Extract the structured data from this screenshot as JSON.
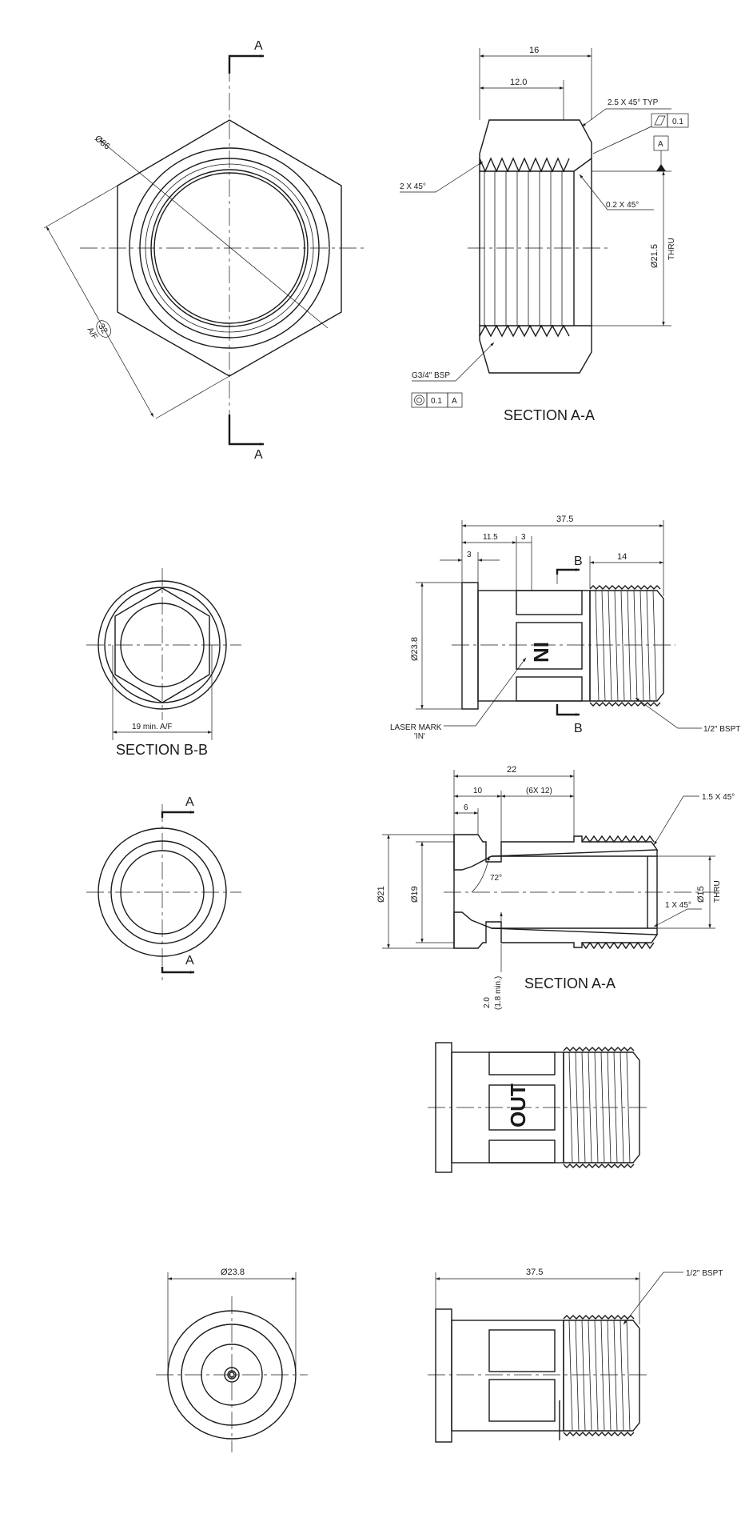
{
  "view1": {
    "section_letter_top": "A",
    "section_letter_bottom": "A",
    "dia_label": "Ø36",
    "af_value": "32",
    "af_suffix": "A/F"
  },
  "view2": {
    "dim_overall": "16",
    "dim_inner": "12.0",
    "chamfer_typ": "2.5 X 45° TYP",
    "flatness_value": "0.1",
    "datum": "A",
    "chamfer_left": "2 X 45°",
    "chamfer_small": "0.2 X 45°",
    "bore_dia": "Ø21.5",
    "bore_thru": "THRU",
    "thread": "G3/4\" BSP",
    "concentricity_value": "0.1",
    "concentricity_datum": "A",
    "title": "SECTION A-A"
  },
  "view3": {
    "title": "SECTION B-B",
    "af_dim": "19 min. A/F"
  },
  "view4": {
    "dim_overall": "37.5",
    "dim_11_5": "11.5",
    "dim_3_top": "3",
    "dim_3_left": "3",
    "dim_14": "14",
    "section_b_top": "B",
    "section_b_bottom": "B",
    "dia": "Ø23.8",
    "mark_text": "IN",
    "laser_mark": "LASER MARK",
    "laser_mark_text": "'IN'",
    "thread": "1/2\" BSPT"
  },
  "view5": {
    "section_a_top": "A",
    "section_a_bottom": "A"
  },
  "view6": {
    "dim_22": "22",
    "dim_10": "10",
    "dim_6x12": "(6X 12)",
    "dim_6": "6",
    "chamfer_1_5": "1.5 X 45°",
    "dia_21": "Ø21",
    "dia_19": "Ø19",
    "angle": "72°",
    "dia_15": "Ø15",
    "thru": "THRU",
    "chamfer_1": "1 X 45°",
    "wall_min": "2.0",
    "wall_min2": "(1.8 min.)",
    "title": "SECTION A-A"
  },
  "view7": {
    "mark_text": "OUT"
  },
  "view8": {
    "dia": "Ø23.8"
  },
  "view9": {
    "dim_overall": "37.5",
    "thread": "1/2\" BSPT"
  }
}
